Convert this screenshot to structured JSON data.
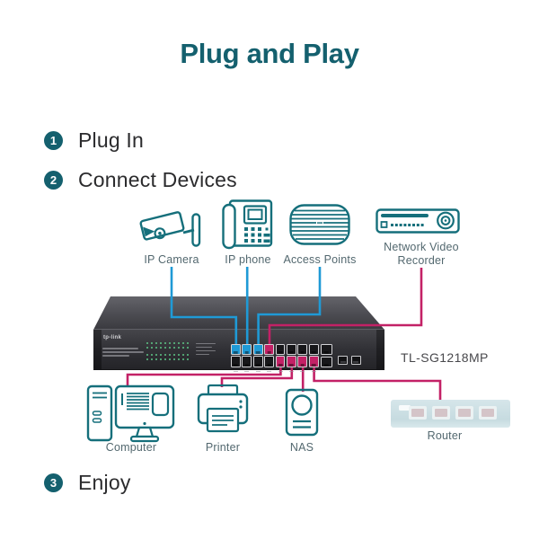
{
  "title": "Plug and Play",
  "steps": [
    {
      "number": "1",
      "label": "Plug In"
    },
    {
      "number": "2",
      "label": "Connect Devices"
    },
    {
      "number": "3",
      "label": "Enjoy"
    }
  ],
  "devices": {
    "top": [
      {
        "id": "ip-camera",
        "label": "IP Camera"
      },
      {
        "id": "ip-phone",
        "label": "IP phone"
      },
      {
        "id": "access-points",
        "label": "Access Points"
      },
      {
        "id": "nvr",
        "label": "Network Video Recorder"
      }
    ],
    "bottom": [
      {
        "id": "computer",
        "label": "Computer"
      },
      {
        "id": "printer",
        "label": "Printer"
      },
      {
        "id": "nas",
        "label": "NAS"
      },
      {
        "id": "router",
        "label": "Router"
      }
    ]
  },
  "switch": {
    "brand": "tp-link",
    "model": "TL-SG1218MP",
    "ports": {
      "top": [
        "blue",
        "blue",
        "blue",
        "magenta",
        "empty",
        "empty",
        "empty",
        "empty"
      ],
      "bottom": [
        "empty",
        "empty",
        "empty",
        "empty",
        "magenta",
        "magenta",
        "magenta",
        "magenta"
      ]
    }
  },
  "colors": {
    "accent_teal": "#14606e",
    "icon_teal": "#156f7b",
    "label_gray": "#53686f",
    "line_blue": "#1f9ad6",
    "line_magenta": "#c32166",
    "led_green": "#5ec687"
  }
}
